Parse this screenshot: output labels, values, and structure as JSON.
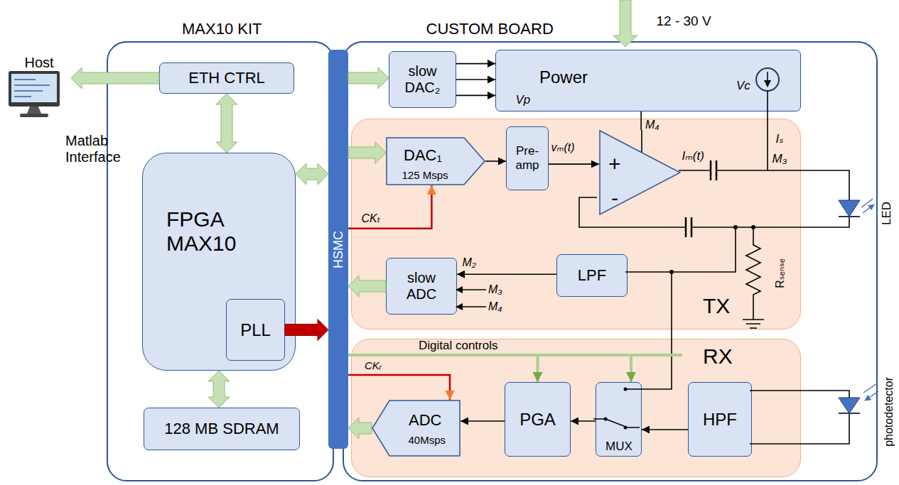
{
  "diagram": {
    "nodes": [
      {
        "text": [
          "MAX10 KIT"
        ]
      },
      {
        "text": [
          "CUSTOM BOARD"
        ]
      },
      {
        "text": [
          "ETH CTRL"
        ],
        "in": 0
      },
      {
        "text": [
          "FPGA MAX10"
        ],
        "in": 0
      },
      {
        "text": [
          "PLL"
        ],
        "in": 3
      },
      {
        "text": [
          "128 MB SDRAM"
        ],
        "in": 0
      },
      {
        "text": [
          "HSMC"
        ]
      },
      {
        "text": [
          "slow DAC₂"
        ],
        "in": 1
      },
      {
        "text": [
          "Power",
          "Vp",
          "Vc"
        ],
        "in": 1
      },
      {
        "text": [
          "TX"
        ],
        "in": 1
      },
      {
        "text": [
          "DAC₁",
          "125 Msps"
        ],
        "in": 9
      },
      {
        "text": [
          "Pre-amp"
        ],
        "in": 9
      },
      {
        "text": [
          "+",
          "-"
        ],
        "in": 9
      },
      {
        "text": [
          "LPF"
        ],
        "in": 9
      },
      {
        "text": [
          "slow ADC"
        ],
        "in": 9
      },
      {
        "text": [
          "RX"
        ],
        "in": 1
      },
      {
        "text": [
          "ADC",
          "40Msps"
        ],
        "in": 15
      },
      {
        "text": [
          "PGA"
        ],
        "in": 15
      },
      {
        "text": [
          "MUX"
        ],
        "in": 15
      },
      {
        "text": [
          "HPF"
        ],
        "in": 15
      },
      {
        "text": [
          "Host",
          "Matlab Interface"
        ]
      }
    ],
    "edges": [
      {
        "from": 2,
        "to": 20,
        "arrow": "to"
      },
      {
        "from": 2,
        "to": 3,
        "arrow": "both"
      },
      {
        "from": 3,
        "to": 5,
        "arrow": "both"
      },
      {
        "from": 3,
        "to": 6,
        "arrow": "both"
      },
      {
        "from": 4,
        "to": 6,
        "arrow": "to"
      },
      {
        "from": 6,
        "to": 7,
        "arrow": "to"
      },
      {
        "from": 7,
        "to": 8,
        "arrow": "to"
      },
      {
        "from": 7,
        "to": 8,
        "arrow": "to"
      },
      {
        "from": 7,
        "to": 8,
        "arrow": "to"
      },
      {
        "from": 6,
        "to": 10,
        "arrow": "to"
      },
      {
        "from": 6,
        "to": 10,
        "arrow": "to",
        "label": "CKₜ"
      },
      {
        "from": 10,
        "to": 11,
        "arrow": "to"
      },
      {
        "from": 11,
        "to": 12,
        "arrow": "to",
        "label": "vₘ(t)"
      },
      {
        "from": 8,
        "to": 12,
        "arrow": "none"
      },
      {
        "from": 13,
        "to": 14,
        "arrow": "to",
        "label": "M₂"
      },
      {
        "from": 14,
        "to": 6,
        "arrow": "to"
      },
      {
        "from": 6,
        "to": 16,
        "arrow": "to",
        "label": "CKᵣ"
      },
      {
        "from": 6,
        "to": 17,
        "arrow": "to"
      },
      {
        "from": 6,
        "to": 18,
        "arrow": "to"
      },
      {
        "from": 19,
        "to": 18,
        "arrow": "to"
      },
      {
        "from": 18,
        "to": 17,
        "arrow": "to"
      },
      {
        "from": 17,
        "to": 16,
        "arrow": "to"
      },
      {
        "from": 16,
        "to": 6,
        "arrow": "to"
      }
    ],
    "labels": [
      "12 - 30 V",
      "M₄",
      "Iₛ",
      "M₃",
      "Iₘ(t)",
      "M₃",
      "M₄",
      "Digital controls",
      "Rₛₑₙₛₑ",
      "LED",
      "photodetector"
    ]
  }
}
